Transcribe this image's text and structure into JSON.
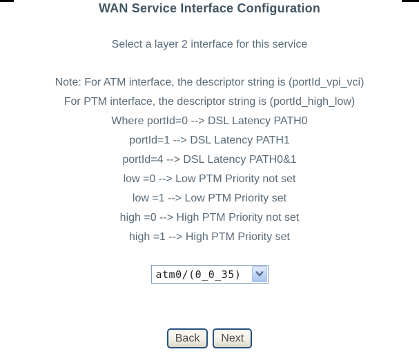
{
  "page": {
    "title": "WAN Service Interface Configuration",
    "subtitle": "Select a layer 2 interface for this service",
    "note_lines": [
      "Note: For ATM interface, the descriptor string is (portId_vpi_vci)",
      "For PTM interface, the descriptor string is (portId_high_low)",
      "Where portId=0 --> DSL Latency PATH0",
      "portId=1 --> DSL Latency PATH1",
      "portId=4 --> DSL Latency PATH0&1",
      "low =0 --> Low PTM Priority not set",
      "low =1 --> Low PTM Priority set",
      "high =0 --> High PTM Priority not set",
      "high =1 --> High PTM Priority set"
    ],
    "interface_select": {
      "selected_value": "atm0/(0_0_35)",
      "arrow_icon": "chevron-down"
    },
    "buttons": {
      "back": "Back",
      "next": "Next"
    },
    "colors": {
      "title_text": "#415563",
      "body_text": "#5a6b78",
      "select_border": "#7f9db9",
      "select_arrow_fill": "#c6d8f6",
      "select_arrow_glyph": "#5b6d90",
      "button_border": "#24507f",
      "button_text": "#504a4a",
      "background": "#ffffff"
    }
  }
}
